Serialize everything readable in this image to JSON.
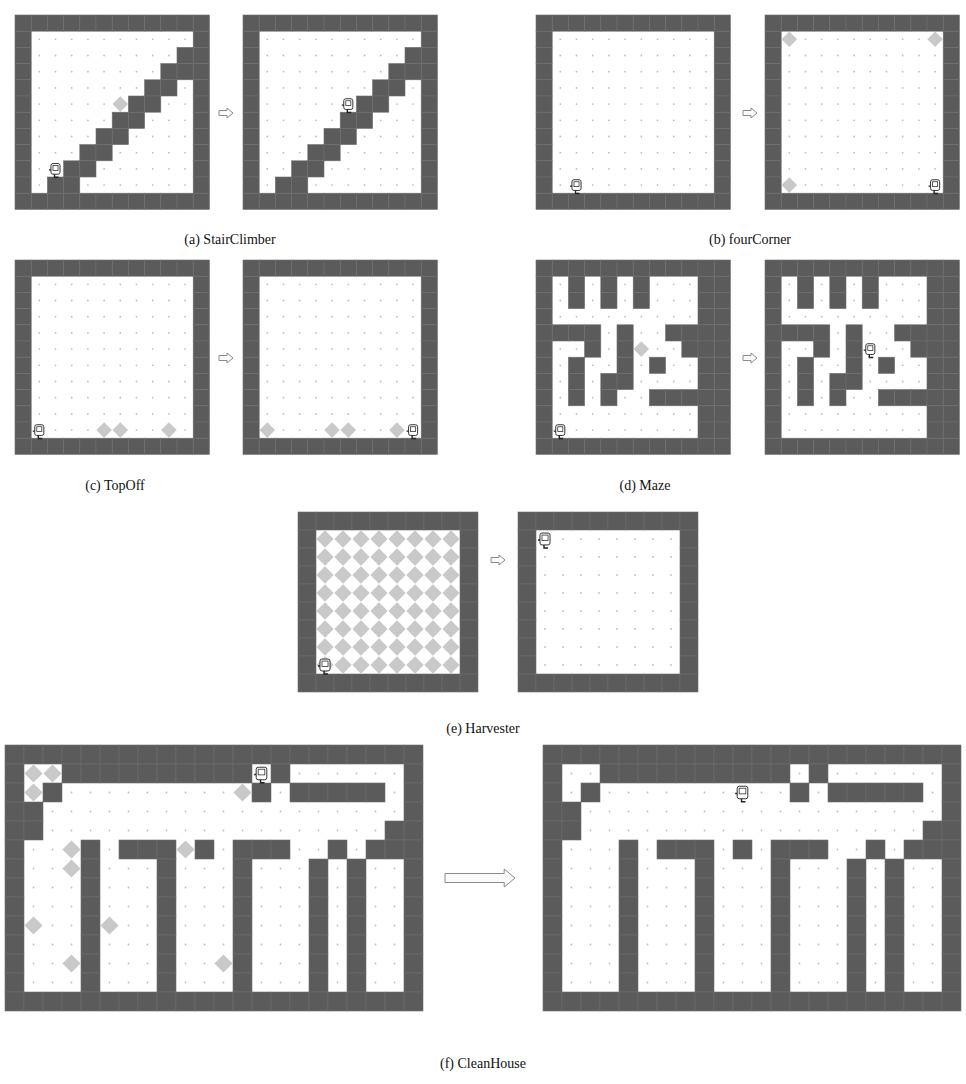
{
  "diagram": {
    "labels": [
      "(a) StairClimber",
      "(b) fourCorner",
      "(c) TopOff",
      "(d) Maze",
      "(e) Harvester",
      "(f) CleanHouse"
    ]
  }
}
